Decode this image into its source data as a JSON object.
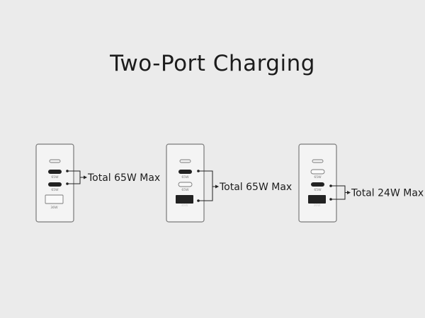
{
  "title": "Two-Port Charging",
  "colors": {
    "background": "#ebebeb",
    "body": "#f4f4f4",
    "outline": "#7a7a7a",
    "active_port": "#222222"
  },
  "chargers": [
    {
      "ports": [
        {
          "type": "c",
          "watt": "",
          "active": false
        },
        {
          "type": "c",
          "watt": "65W",
          "active": true
        },
        {
          "type": "c",
          "watt": "65W",
          "active": true
        },
        {
          "type": "a",
          "watt": "36W",
          "active": false
        }
      ],
      "label": "Total 65W Max"
    },
    {
      "ports": [
        {
          "type": "c",
          "watt": "",
          "active": false
        },
        {
          "type": "c",
          "watt": "65W",
          "active": true
        },
        {
          "type": "c",
          "watt": "65W",
          "active": false
        },
        {
          "type": "a",
          "watt": "36W",
          "active": true
        }
      ],
      "label": "Total 65W Max"
    },
    {
      "ports": [
        {
          "type": "c",
          "watt": "",
          "active": false
        },
        {
          "type": "c",
          "watt": "65W",
          "active": false
        },
        {
          "type": "c",
          "watt": "65W",
          "active": true
        },
        {
          "type": "a",
          "watt": "36W",
          "active": true
        }
      ],
      "label": "Total 24W Max"
    }
  ]
}
